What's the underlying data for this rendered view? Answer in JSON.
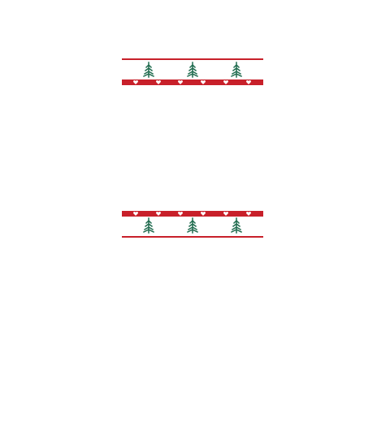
{
  "colors": {
    "red": "#c8202a",
    "green": "#1f6b4e",
    "heart": "#ffffff",
    "background": "#ffffff"
  },
  "top_band": {
    "tree_icon": "pine-tree-icon",
    "heart_icon": "heart-icon",
    "tree_count": 3,
    "heart_count": 6
  },
  "bottom_band": {
    "tree_icon": "pine-tree-icon",
    "heart_icon": "heart-icon",
    "tree_count": 3,
    "heart_count": 6
  }
}
